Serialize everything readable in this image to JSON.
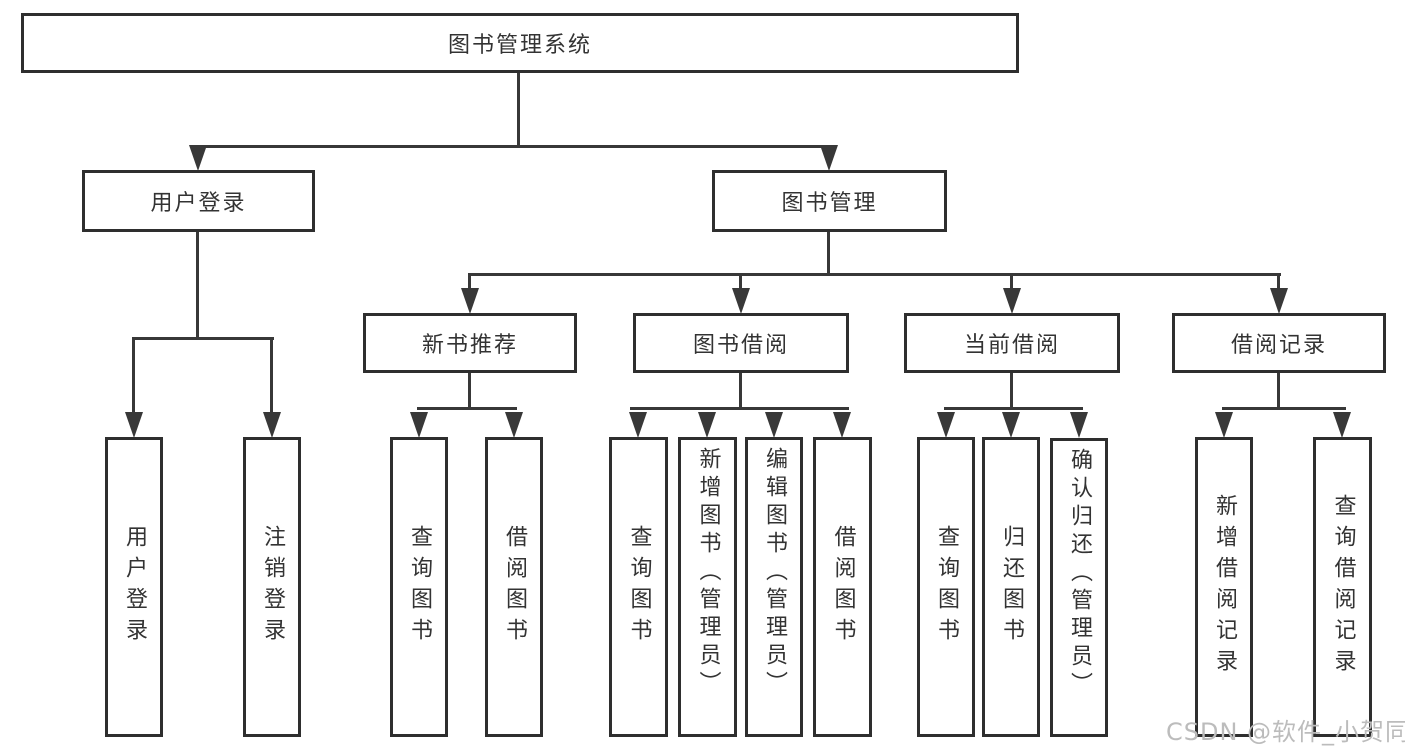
{
  "diagram": {
    "root": {
      "label": "图书管理系统"
    },
    "level2": [
      {
        "label": "用户登录"
      },
      {
        "label": "图书管理"
      }
    ],
    "level3": [
      {
        "label": "新书推荐"
      },
      {
        "label": "图书借阅"
      },
      {
        "label": "当前借阅"
      },
      {
        "label": "借阅记录"
      }
    ],
    "leaves": [
      {
        "label": "用户登录"
      },
      {
        "label": "注销登录"
      },
      {
        "label": "查询图书"
      },
      {
        "label": "借阅图书"
      },
      {
        "label": "查询图书"
      },
      {
        "label": "新增图书（管理员）"
      },
      {
        "label": "编辑图书（管理员）"
      },
      {
        "label": "借阅图书"
      },
      {
        "label": "查询图书"
      },
      {
        "label": "归还图书"
      },
      {
        "label": "确认归还（管理员）"
      },
      {
        "label": "新增借阅记录"
      },
      {
        "label": "查询借阅记录"
      }
    ]
  },
  "watermark": "CSDN @软件_小贺同学",
  "colors": {
    "line": "#383838",
    "node_border": "#2e2e2e",
    "text": "#333333",
    "watermark": "#bcbcbc",
    "background": "#ffffff"
  }
}
